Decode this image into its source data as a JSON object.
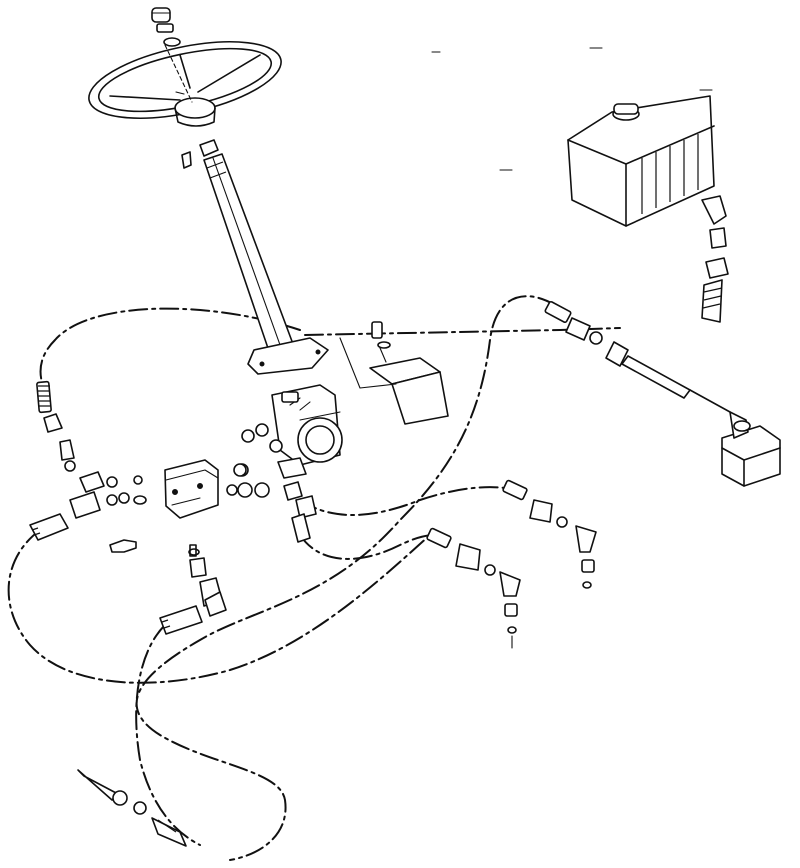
{
  "diagram": {
    "kind": "exploded hydraulic power steering assembly",
    "line_style": "black line art on white background",
    "colors": {
      "ink": "#111111",
      "background": "#ffffff"
    },
    "components": [
      {
        "id": "steering-wheel",
        "icon": "steering-wheel-icon"
      },
      {
        "id": "wheel-nut",
        "icon": "nut-icon"
      },
      {
        "id": "steering-column",
        "icon": "column-icon"
      },
      {
        "id": "column-key",
        "icon": "key-icon"
      },
      {
        "id": "steering-valve",
        "icon": "valve-icon"
      },
      {
        "id": "distributor-block",
        "icon": "manifold-icon"
      },
      {
        "id": "mounting-bracket",
        "icon": "bracket-icon"
      },
      {
        "id": "oil-reservoir",
        "icon": "tank-icon"
      },
      {
        "id": "hydraulic-pump",
        "icon": "pump-icon"
      },
      {
        "id": "hose-fittings",
        "icon": "fitting-icon"
      },
      {
        "id": "hydraulic-hoses",
        "icon": "hose-icon"
      }
    ]
  }
}
